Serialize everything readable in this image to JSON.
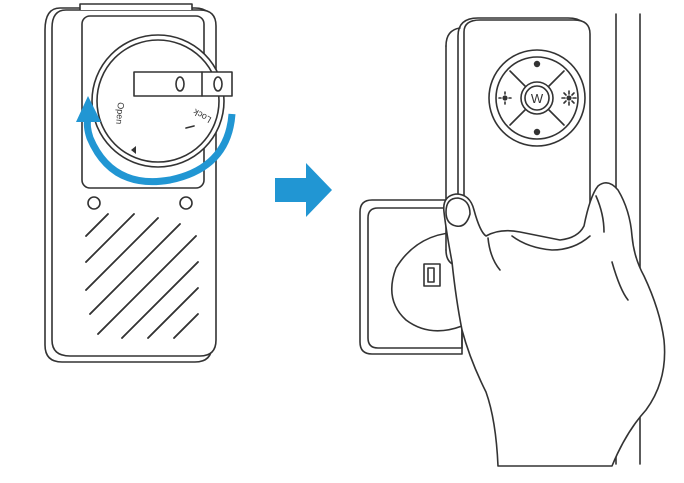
{
  "figure": {
    "background": "#ffffff",
    "line_color": "#333333",
    "accent_color": "#2196d3"
  },
  "left_device": {
    "dial_labels": {
      "open": "Open",
      "lock": "Lock"
    },
    "rotation_arrow_icon": "curved-arrow-counterclockwise"
  },
  "transition": {
    "arrow_icon": "arrow-right"
  },
  "right_device": {
    "logo_letter": "W",
    "button_icons": [
      "plus-icon",
      "minus-icon",
      "sun-dim-icon",
      "sun-bright-icon"
    ]
  }
}
